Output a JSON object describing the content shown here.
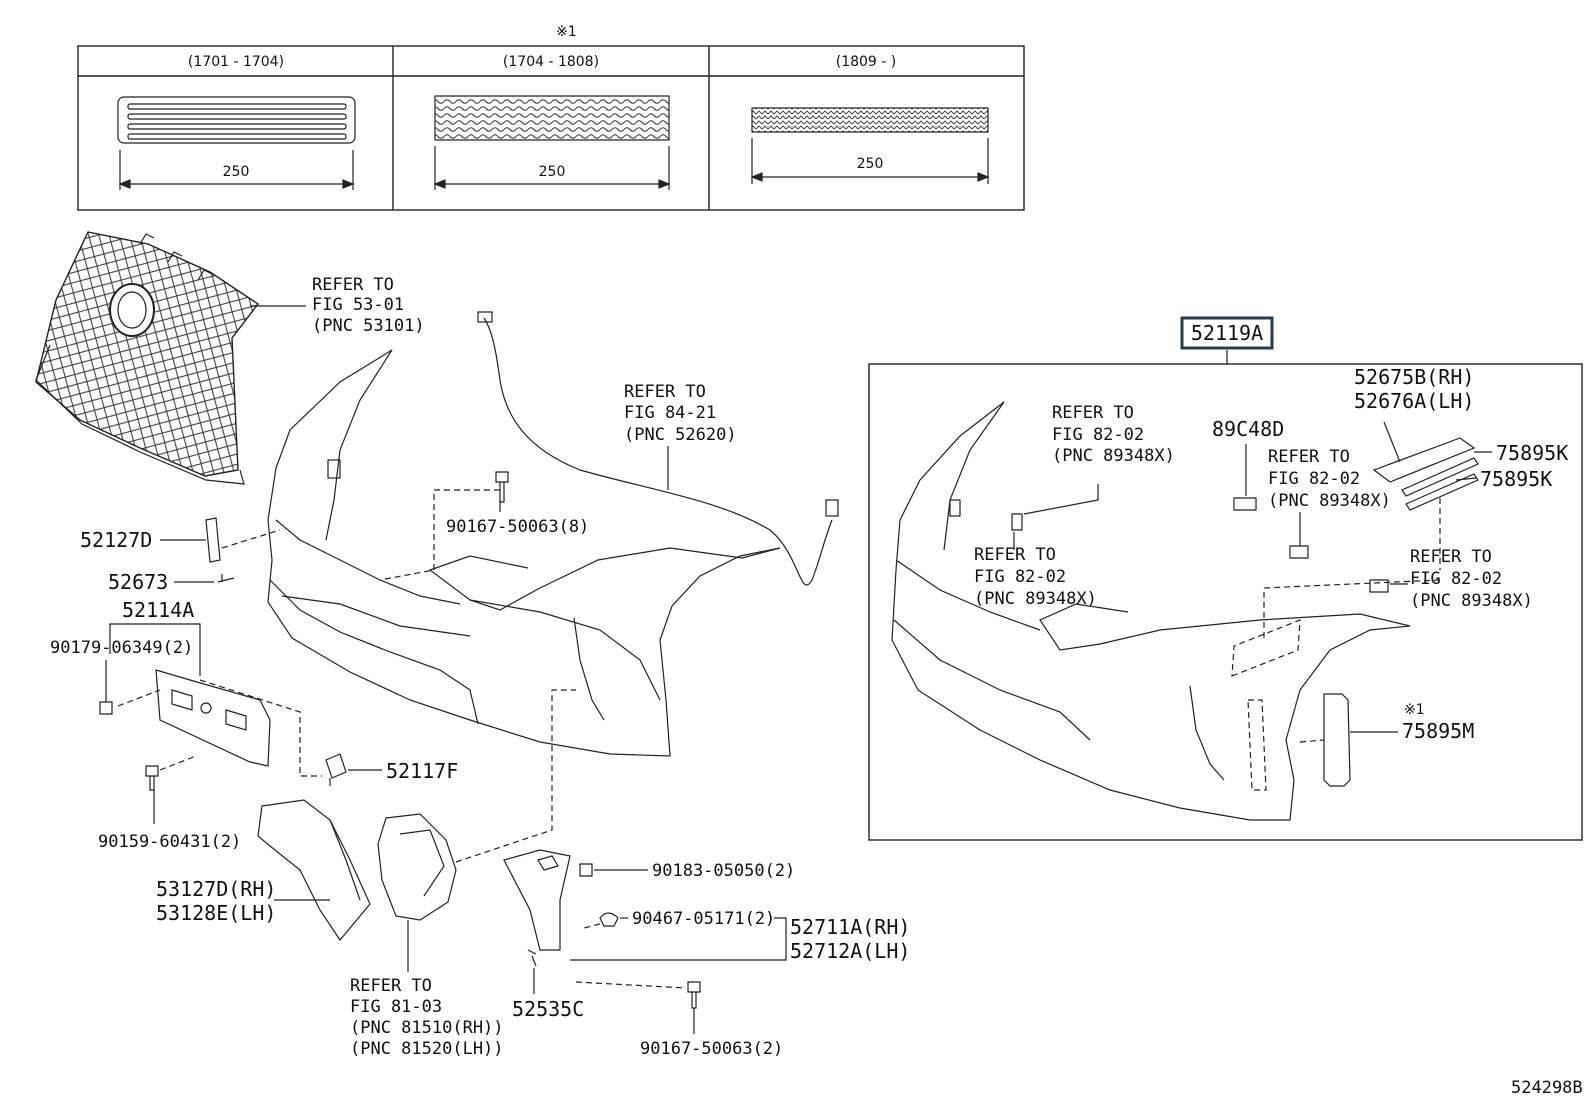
{
  "top_note_mark": "※1",
  "table": {
    "columns": [
      {
        "period": "(1701 - 1704)",
        "dimension": "250"
      },
      {
        "period": "(1704 - 1808)",
        "dimension": "250"
      },
      {
        "period": "(1809 -        )",
        "dimension": "250"
      }
    ]
  },
  "left_labels": {
    "grille_ref": [
      "REFER TO",
      "FIG 53-01",
      "(PNC 53101)"
    ],
    "harness_ref": [
      "REFER TO",
      "FIG 84-21",
      "(PNC 52620)"
    ],
    "p52127D": "52127D",
    "p52673": "52673",
    "p52114A": "52114A",
    "p90179": "90179-06349(2)",
    "p90167_top": "90167-50063(8)",
    "p52117F": "52117F",
    "p90159": "90159-60431(2)",
    "p53127D": "53127D(RH)",
    "p53128E": "53128E(LH)",
    "fog_ref": [
      "REFER TO",
      "FIG 81-03",
      "(PNC 81510(RH))",
      "(PNC 81520(LH))"
    ],
    "p90183": "90183-05050(2)",
    "p90467": "90467-05171(2)",
    "p52711A": "52711A(RH)",
    "p52712A": "52712A(LH)",
    "p52535C": "52535C",
    "p90167_bottom": "90167-50063(2)"
  },
  "right_box": {
    "assembly": "52119A",
    "sensor_ref_a": [
      "REFER TO",
      "FIG 82-02",
      "(PNC 89348X)"
    ],
    "sensor_ref_b": [
      "REFER TO",
      "FIG 82-02",
      "(PNC 89348X)"
    ],
    "sensor_ref_c": [
      "REFER TO",
      "FIG 82-02",
      "(PNC 89348X)"
    ],
    "sensor_ref_d": [
      "REFER TO",
      "FIG 82-02",
      "(PNC 89348X)"
    ],
    "p89C48D": "89C48D",
    "p52675B": "52675B(RH)",
    "p52676A": "52676A(LH)",
    "p75895K_1": "75895K",
    "p75895K_2": "75895K",
    "note_mark": "※1",
    "p75895M": "75895M"
  },
  "figure_code": "524298B"
}
